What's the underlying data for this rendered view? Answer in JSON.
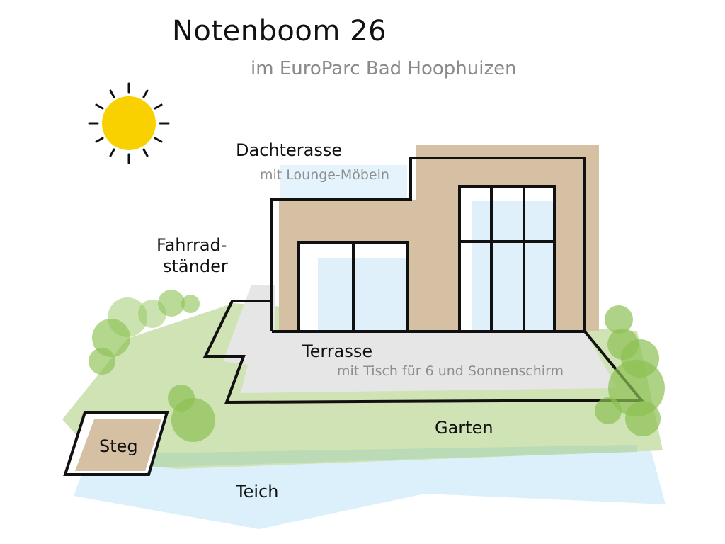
{
  "header": {
    "title": "Notenboom 26",
    "subtitle": "im EuroParc Bad Hoophuizen"
  },
  "labels": {
    "roof_terrace": {
      "title": "Dachterasse",
      "detail": "mit Lounge-Möbeln"
    },
    "bike_rack": {
      "line1": "Fahrrad-",
      "line2": "ständer"
    },
    "terrace": {
      "title": "Terrasse",
      "detail": "mit Tisch für 6 und Sonnenschirm"
    },
    "garden": {
      "title": "Garten"
    },
    "jetty": {
      "title": "Steg"
    },
    "pond": {
      "title": "Teich"
    }
  },
  "icons": {
    "sun": "sun-icon"
  },
  "colors": {
    "sun": "#f9d000",
    "wall": "#d5c0a3",
    "glass": "#dff0fa",
    "terrace": "#e6e6e6",
    "garden": "#cfe3b4",
    "shrub": "#8cc152",
    "pond": "#dcf0fb",
    "outline": "#111111"
  }
}
